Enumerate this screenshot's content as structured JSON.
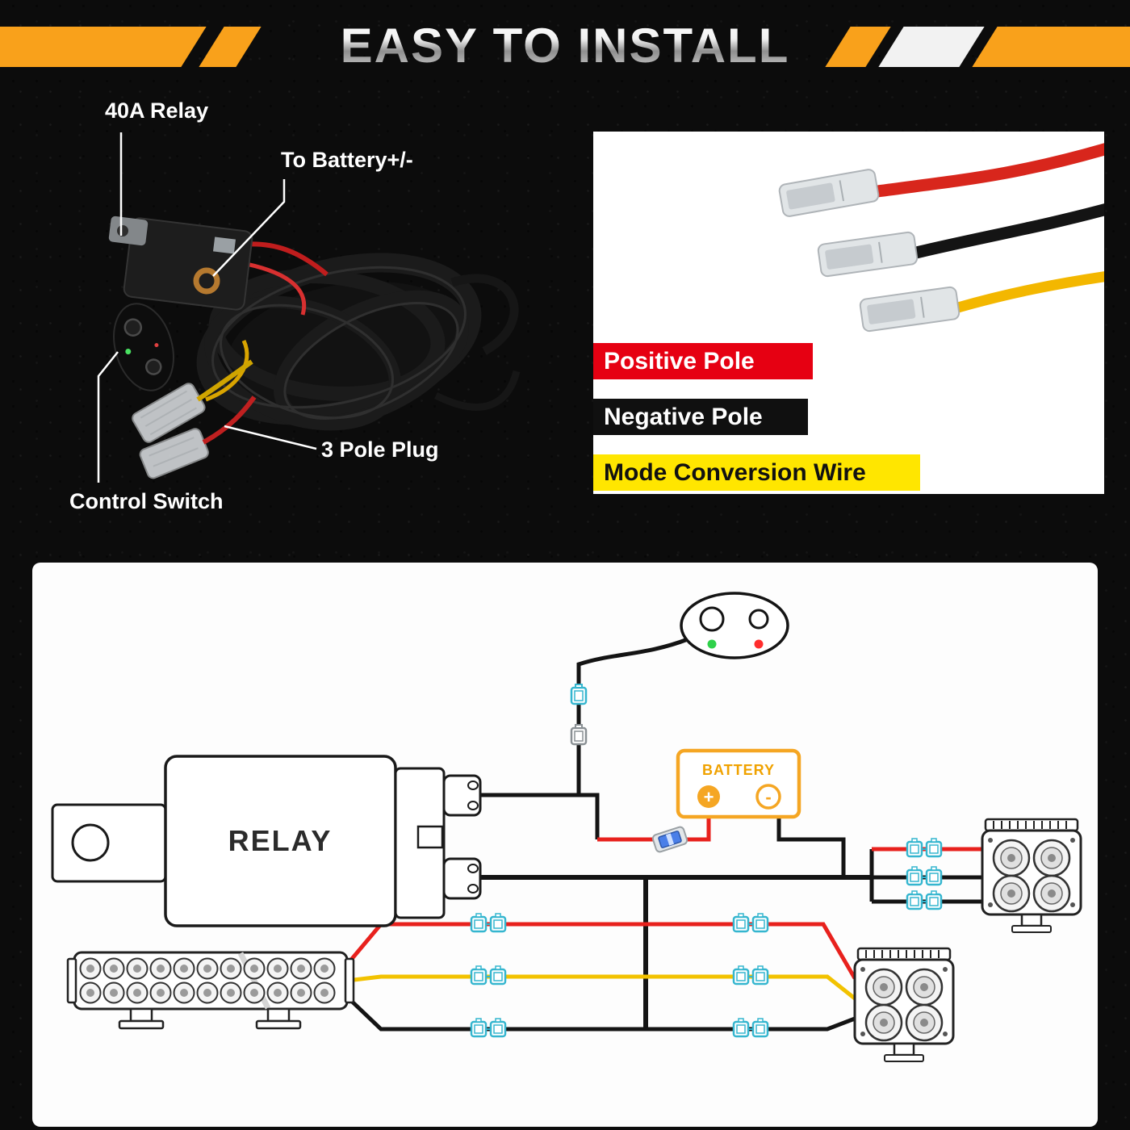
{
  "banner": {
    "title": "EASY TO INSTALL"
  },
  "harness_photo": {
    "labels": {
      "relay": "40A Relay",
      "battery": "To Battery+/-",
      "plug": "3 Pole Plug",
      "switch": "Control Switch"
    }
  },
  "wire_legend": {
    "items": [
      {
        "label": "Positive Pole",
        "color": "#E60012"
      },
      {
        "label": "Negative Pole",
        "color": "#111111"
      },
      {
        "label": "Mode Conversion Wire",
        "color": "#FFE600"
      }
    ]
  },
  "diagram": {
    "relay_label": "RELAY",
    "battery_label": "BATTERY",
    "battery_plus": "+",
    "battery_minus": "-"
  },
  "colors": {
    "accent_orange": "#F9A11B",
    "positive_red": "#E60012",
    "mode_yellow": "#FFE600",
    "connector_cyan": "#35B6CF",
    "battery_orange": "#F5A623"
  }
}
